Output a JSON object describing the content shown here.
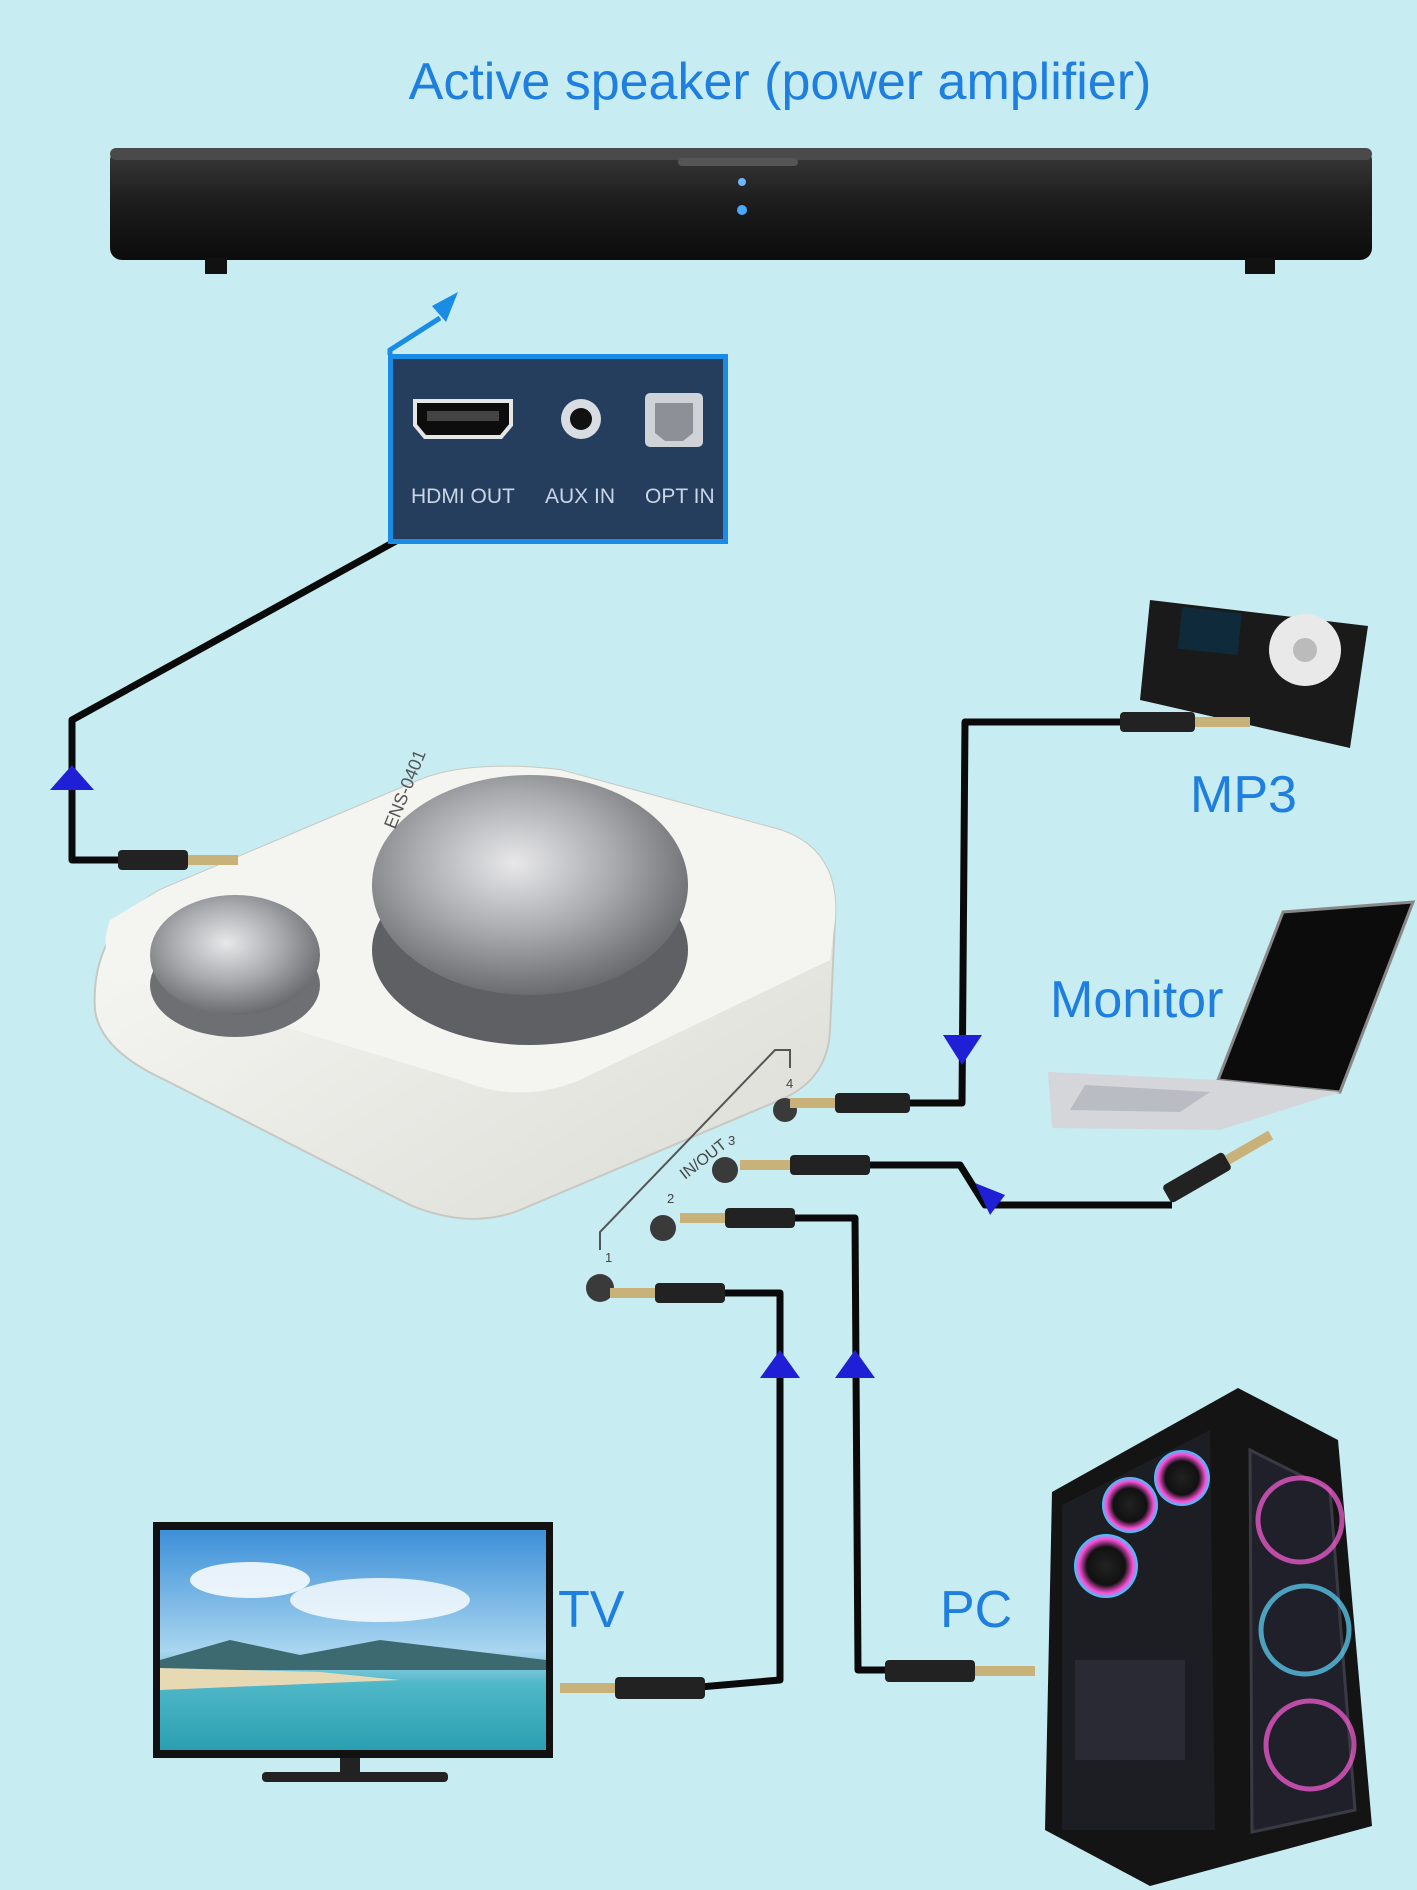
{
  "title": "Active speaker (power amplifier)",
  "ports": {
    "hdmi": "HDMI OUT",
    "aux": "AUX IN",
    "opt": "OPT IN"
  },
  "switcher": {
    "model_label": "ENS-0401",
    "io_label": "IN/OUT",
    "port_numbers": [
      "1",
      "2",
      "3",
      "4"
    ]
  },
  "devices": {
    "mp3": "MP3",
    "monitor": "Monitor",
    "tv": "TV",
    "pc": "PC"
  },
  "colors": {
    "background": "#c7ecf2",
    "label_blue": "#1e7fe0",
    "arrow_blue": "#1f1fd6",
    "cable": "#0a0a0a"
  }
}
